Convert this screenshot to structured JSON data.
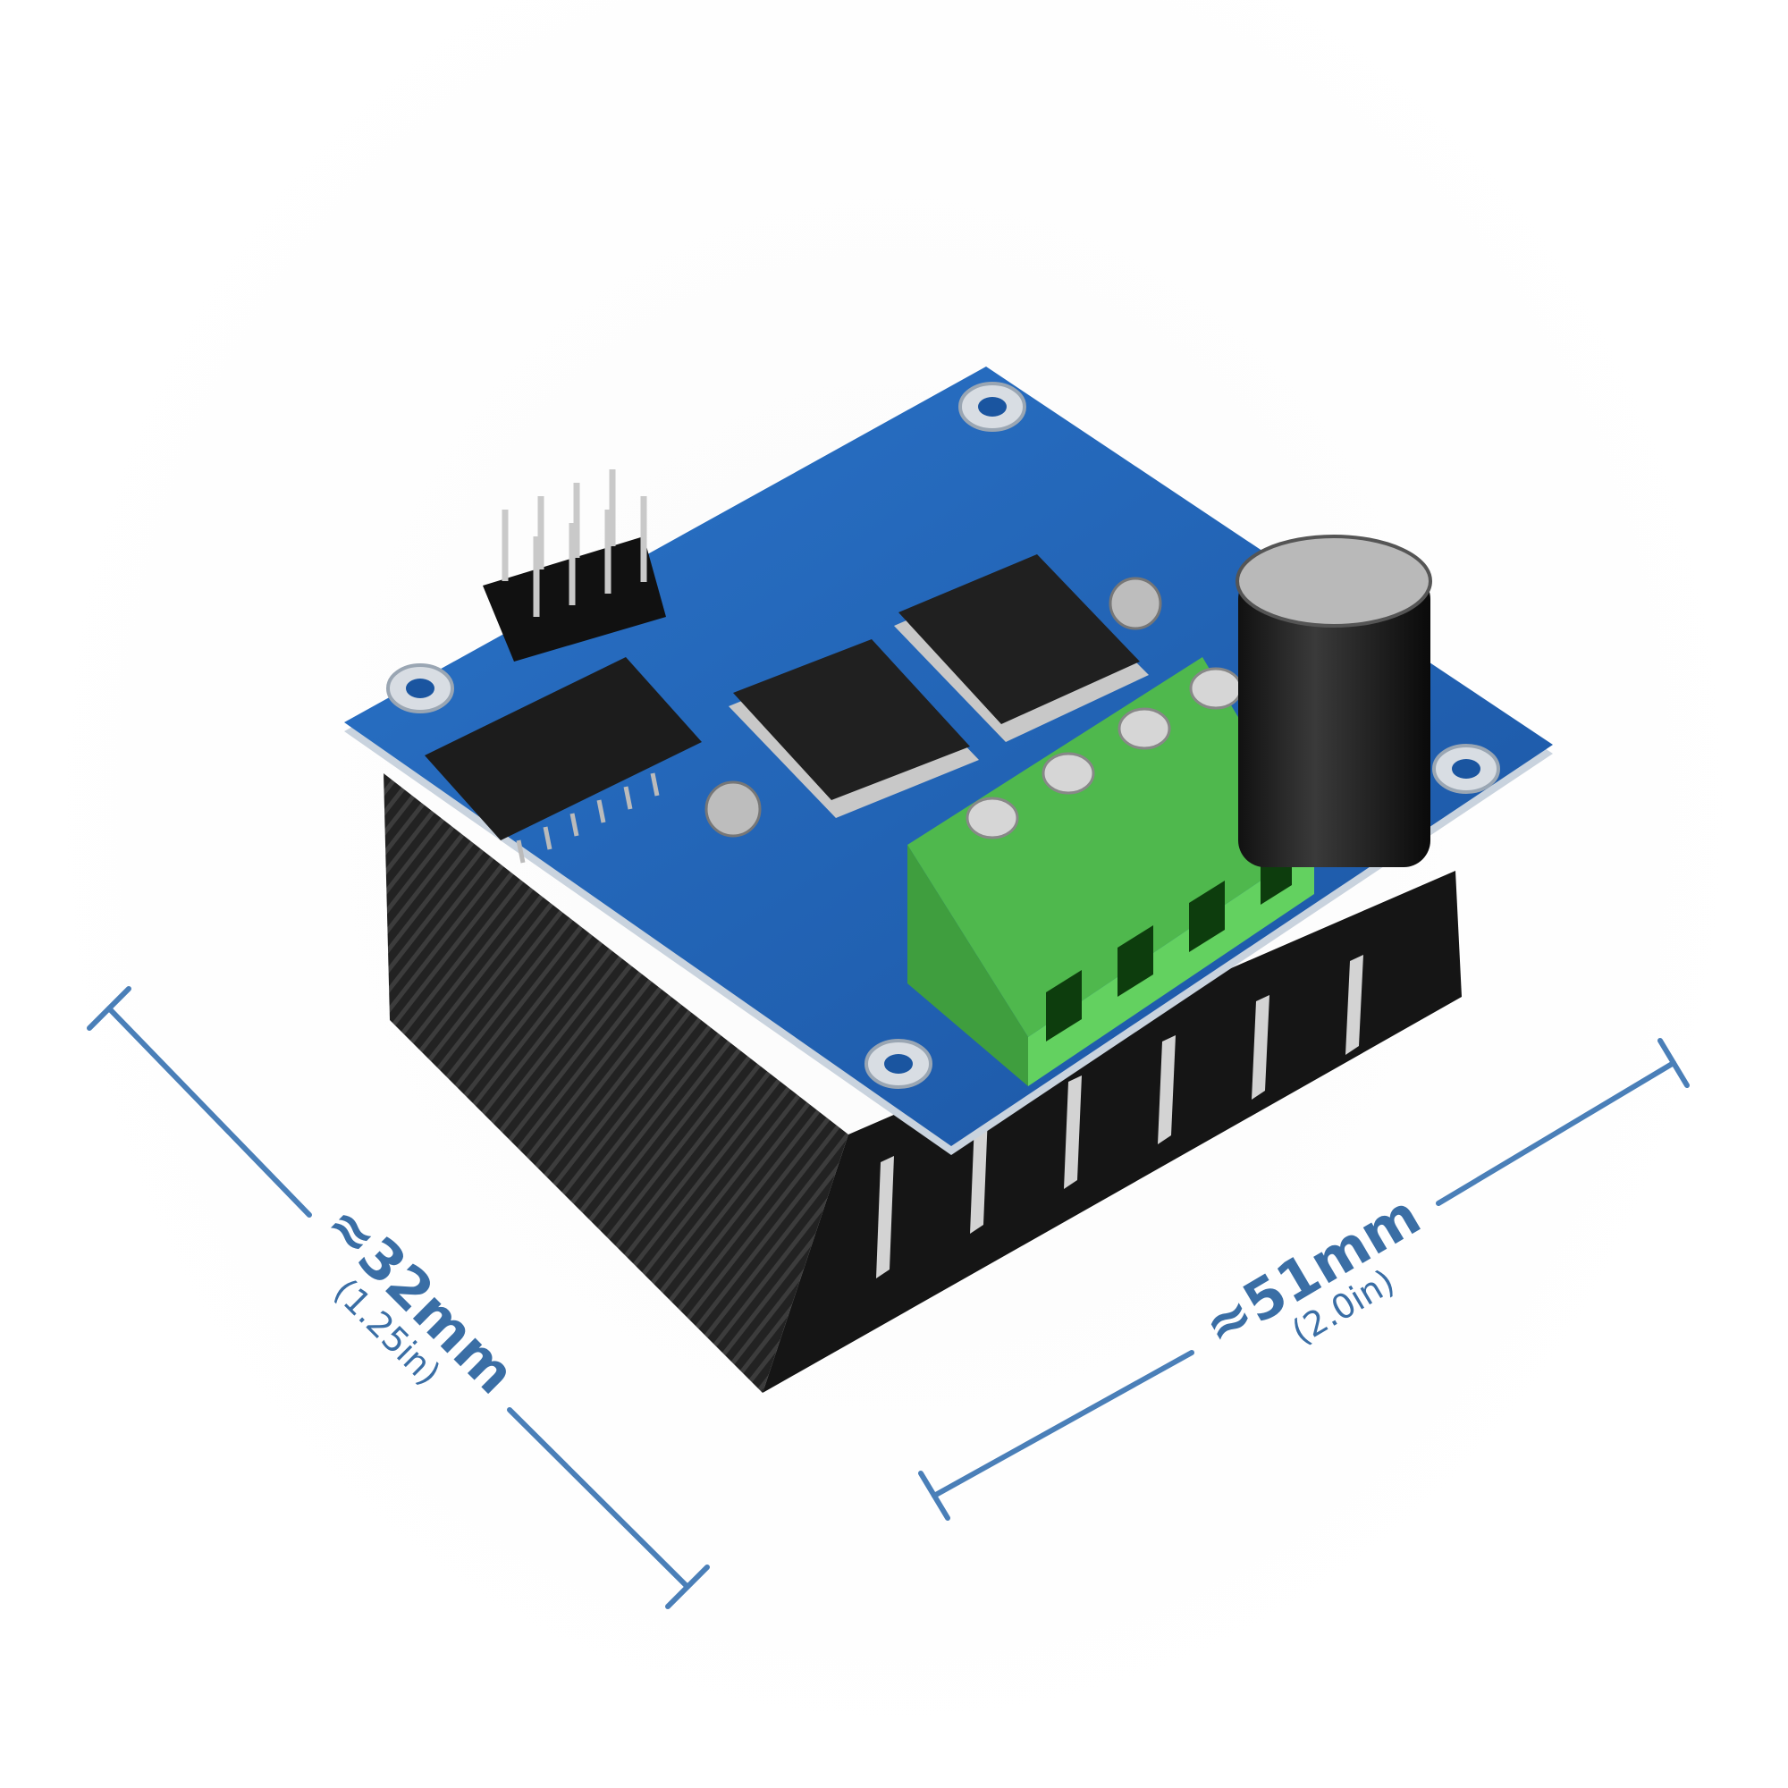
{
  "colors": {
    "dimension_line": "#4a7fb8",
    "dimension_text": "#3a6ea5",
    "pcb": "#1f63b8",
    "heatsink": "#1a1a1a",
    "terminal_block": "#5cc85a"
  },
  "dimensions": {
    "depth": {
      "label": "≈32mm",
      "imperial": "(1.25in)"
    },
    "width": {
      "label": "≈51mm",
      "imperial": "(2.0in)"
    }
  }
}
